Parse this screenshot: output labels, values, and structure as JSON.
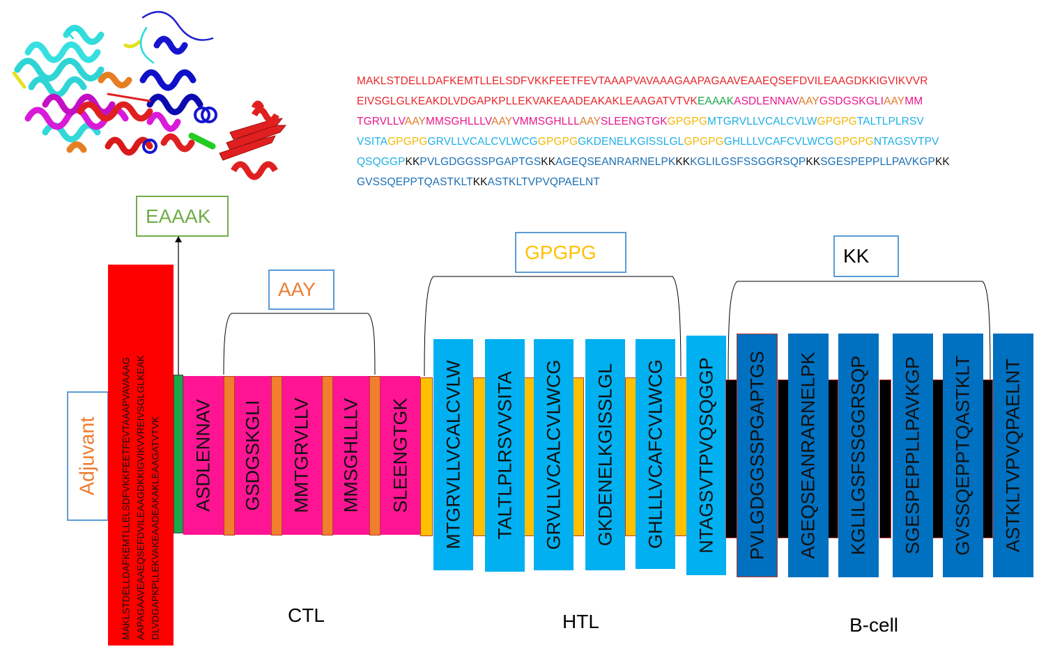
{
  "sequence_lines": [
    [
      {
        "t": "MAKLSTDELLDAFKEMTLLELSDFVKKFEETFEVTAAAPVAVAAAGAAPAGAAVEAAEQSEFDVILEAAGDKKIGVIKVVR",
        "c": "#e8252a"
      }
    ],
    [
      {
        "t": "EIVSGLGLKEAKDLVDGAPKPLLEKVAKEAADEAKAKLEAAGATVTVK",
        "c": "#e8252a"
      },
      {
        "t": "EAAAK",
        "c": "#1aa84a"
      },
      {
        "t": "ASDLENNAV",
        "c": "#e8188c"
      },
      {
        "t": "AAY",
        "c": "#e07b28"
      },
      {
        "t": "GSDGSKGLI",
        "c": "#e8188c"
      },
      {
        "t": "AAY",
        "c": "#e07b28"
      },
      {
        "t": "MM",
        "c": "#e8188c"
      }
    ],
    [
      {
        "t": "TGRVLLV",
        "c": "#e8188c"
      },
      {
        "t": "AAY",
        "c": "#e07b28"
      },
      {
        "t": "MMSGHLLLV",
        "c": "#e8188c"
      },
      {
        "t": "AAY",
        "c": "#e07b28"
      },
      {
        "t": "VMMSGHLLL",
        "c": "#e8188c"
      },
      {
        "t": "AAY",
        "c": "#e07b28"
      },
      {
        "t": "SLEENGTGK",
        "c": "#e8188c"
      },
      {
        "t": "GPGPG",
        "c": "#f2b705"
      },
      {
        "t": "MTGRVLLVCALCVLW",
        "c": "#1fb0e6"
      },
      {
        "t": "GPGPG",
        "c": "#f2b705"
      },
      {
        "t": "TALTLPLRSV",
        "c": "#1fb0e6"
      }
    ],
    [
      {
        "t": "VSITA",
        "c": "#1fb0e6"
      },
      {
        "t": "GPGPG",
        "c": "#f2b705"
      },
      {
        "t": "GRVLLVCALCVLWCG",
        "c": "#1fb0e6"
      },
      {
        "t": "GPGPG",
        "c": "#f2b705"
      },
      {
        "t": "GKDENELKGISSLGL",
        "c": "#1fb0e6"
      },
      {
        "t": "GPGPG",
        "c": "#f2b705"
      },
      {
        "t": "GHLLLVCAFCVLWCG",
        "c": "#1fb0e6"
      },
      {
        "t": "GPGPG",
        "c": "#f2b705"
      },
      {
        "t": "NTAGSVTPV",
        "c": "#1fb0e6"
      }
    ],
    [
      {
        "t": "QSQGGP",
        "c": "#1fb0e6"
      },
      {
        "t": "KK",
        "c": "#111111"
      },
      {
        "t": "PVLGDGGSSPGAPTGS",
        "c": "#1a6fb5"
      },
      {
        "t": "KK",
        "c": "#111111"
      },
      {
        "t": "AGEQSEANRARNELPK",
        "c": "#1a6fb5"
      },
      {
        "t": "KK",
        "c": "#111111"
      },
      {
        "t": "KGLILGSFSSGGRSQP",
        "c": "#1a6fb5"
      },
      {
        "t": "KK",
        "c": "#111111"
      },
      {
        "t": "SGESPEPPLLPAVKGP",
        "c": "#1a6fb5"
      },
      {
        "t": "KK",
        "c": "#111111"
      }
    ],
    [
      {
        "t": "GVSSQEPPTQASTKLT",
        "c": "#1a6fb5"
      },
      {
        "t": "KK",
        "c": "#111111"
      },
      {
        "t": "ASTKLTVPVQPAELNT",
        "c": "#1a6fb5"
      }
    ]
  ],
  "adjuvant": {
    "label": "Adjuvant",
    "lines": [
      "MAKLSTDELLDAFKEMTLLELSDFVKKFEETFEVTAAAPVAVAAAG",
      "AAPAGAAVEAAEQSEFDVILEAAGDKKIGVIKVVREIVSGLGLKEAK",
      "DLVDGAPKPLLEKVAKEAADEAKAKLEAAGATVTVK"
    ]
  },
  "linker_labels": {
    "eaaak": "EAAAK",
    "aay": "AAY",
    "gpgpg": "GPGPG",
    "kk": "KK"
  },
  "group_labels": {
    "ctl": "CTL",
    "htl": "HTL",
    "bcell": "B-cell"
  },
  "ctl_epitopes": [
    "ASDLENNAV",
    "GSDGSKGLI",
    "MMTGRVLLV",
    "MMSGHLLLV",
    "SLEENGTGK"
  ],
  "htl_epitopes": [
    "MTGRVLLVCALCVLW",
    "TALTLPLRSVVSITA",
    "GRVLLVCALCVLWCG",
    "GKDENELKGISSLGL",
    "GHLLLVCAFCVLWCG",
    "NTAGSVTPVQSQGGP"
  ],
  "bcell_epitopes": [
    "PVLGDGGSSPGAPTGS",
    "AGEQSEANRARNELPK",
    "KGLILGSFSSGGRSQP",
    "SGESPEPPLLPAVKGP",
    "GVSSQEPPTQASTKLT",
    "ASTKLTVPVQPAELNT"
  ],
  "colors": {
    "adjuvant": "#ff0000",
    "eaaak": "#1aa84a",
    "ctl": "#ff1493",
    "aay": "#f07f2e",
    "htl": "#00b0f0",
    "gpgpg": "#ffc000",
    "bcell": "#0070c0",
    "kk": "#000000"
  }
}
